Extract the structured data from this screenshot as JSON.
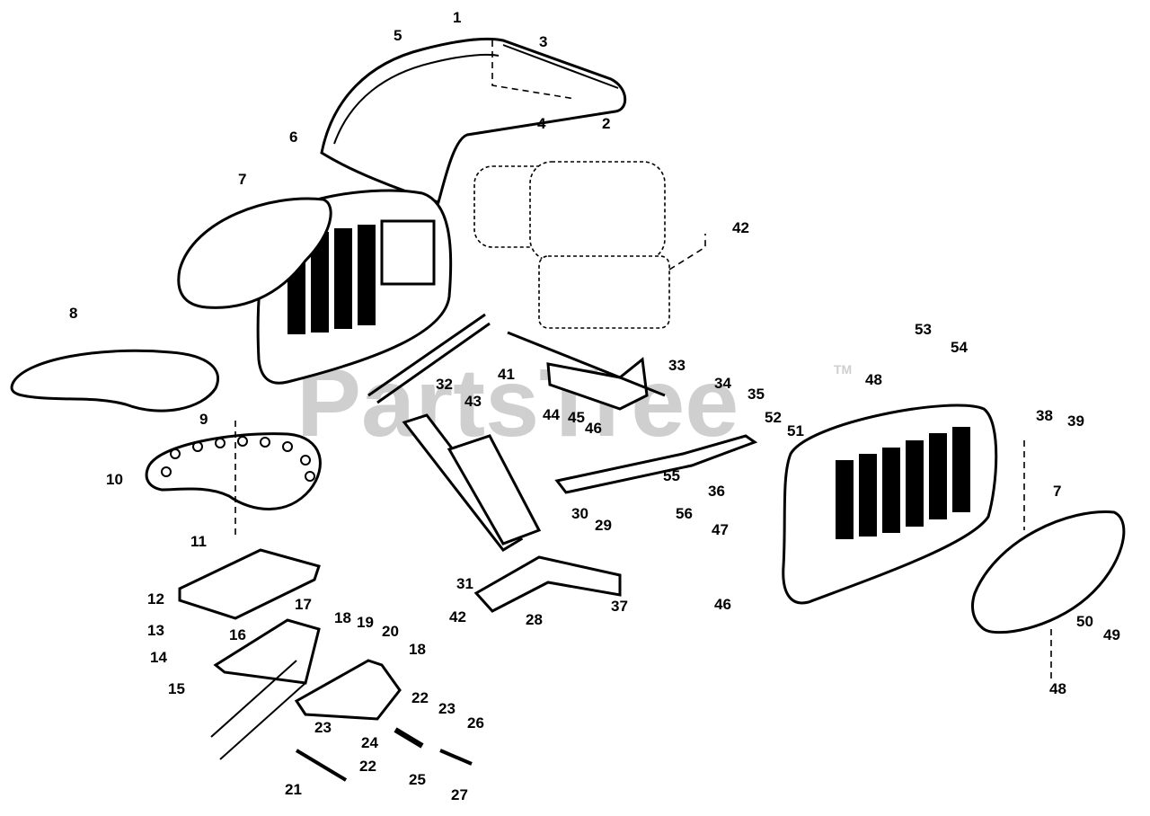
{
  "watermark": {
    "text": "PartsTree",
    "trademark": "TM"
  },
  "callouts": [
    {
      "id": "c1",
      "label": "1"
    },
    {
      "id": "c2",
      "label": "2"
    },
    {
      "id": "c3",
      "label": "3"
    },
    {
      "id": "c4",
      "label": "4"
    },
    {
      "id": "c5",
      "label": "5"
    },
    {
      "id": "c6",
      "label": "6"
    },
    {
      "id": "c7a",
      "label": "7"
    },
    {
      "id": "c7b",
      "label": "7"
    },
    {
      "id": "c8",
      "label": "8"
    },
    {
      "id": "c9",
      "label": "9"
    },
    {
      "id": "c10",
      "label": "10"
    },
    {
      "id": "c11",
      "label": "11"
    },
    {
      "id": "c12",
      "label": "12"
    },
    {
      "id": "c13",
      "label": "13"
    },
    {
      "id": "c14",
      "label": "14"
    },
    {
      "id": "c15",
      "label": "15"
    },
    {
      "id": "c16",
      "label": "16"
    },
    {
      "id": "c17",
      "label": "17"
    },
    {
      "id": "c18a",
      "label": "18"
    },
    {
      "id": "c18b",
      "label": "18"
    },
    {
      "id": "c19",
      "label": "19"
    },
    {
      "id": "c20",
      "label": "20"
    },
    {
      "id": "c21",
      "label": "21"
    },
    {
      "id": "c22a",
      "label": "22"
    },
    {
      "id": "c22b",
      "label": "22"
    },
    {
      "id": "c23a",
      "label": "23"
    },
    {
      "id": "c23b",
      "label": "23"
    },
    {
      "id": "c24",
      "label": "24"
    },
    {
      "id": "c25",
      "label": "25"
    },
    {
      "id": "c26",
      "label": "26"
    },
    {
      "id": "c27",
      "label": "27"
    },
    {
      "id": "c28",
      "label": "28"
    },
    {
      "id": "c29",
      "label": "29"
    },
    {
      "id": "c30",
      "label": "30"
    },
    {
      "id": "c31",
      "label": "31"
    },
    {
      "id": "c32",
      "label": "32"
    },
    {
      "id": "c33",
      "label": "33"
    },
    {
      "id": "c34",
      "label": "34"
    },
    {
      "id": "c35",
      "label": "35"
    },
    {
      "id": "c36",
      "label": "36"
    },
    {
      "id": "c37",
      "label": "37"
    },
    {
      "id": "c38",
      "label": "38"
    },
    {
      "id": "c39",
      "label": "39"
    },
    {
      "id": "c41",
      "label": "41"
    },
    {
      "id": "c42a",
      "label": "42"
    },
    {
      "id": "c42b",
      "label": "42"
    },
    {
      "id": "c43",
      "label": "43"
    },
    {
      "id": "c44",
      "label": "44"
    },
    {
      "id": "c45",
      "label": "45"
    },
    {
      "id": "c46a",
      "label": "46"
    },
    {
      "id": "c46b",
      "label": "46"
    },
    {
      "id": "c47",
      "label": "47"
    },
    {
      "id": "c48a",
      "label": "48"
    },
    {
      "id": "c48b",
      "label": "48"
    },
    {
      "id": "c49",
      "label": "49"
    },
    {
      "id": "c50",
      "label": "50"
    },
    {
      "id": "c51",
      "label": "51"
    },
    {
      "id": "c52",
      "label": "52"
    },
    {
      "id": "c53",
      "label": "53"
    },
    {
      "id": "c54",
      "label": "54"
    },
    {
      "id": "c55",
      "label": "55"
    },
    {
      "id": "c56",
      "label": "56"
    }
  ]
}
